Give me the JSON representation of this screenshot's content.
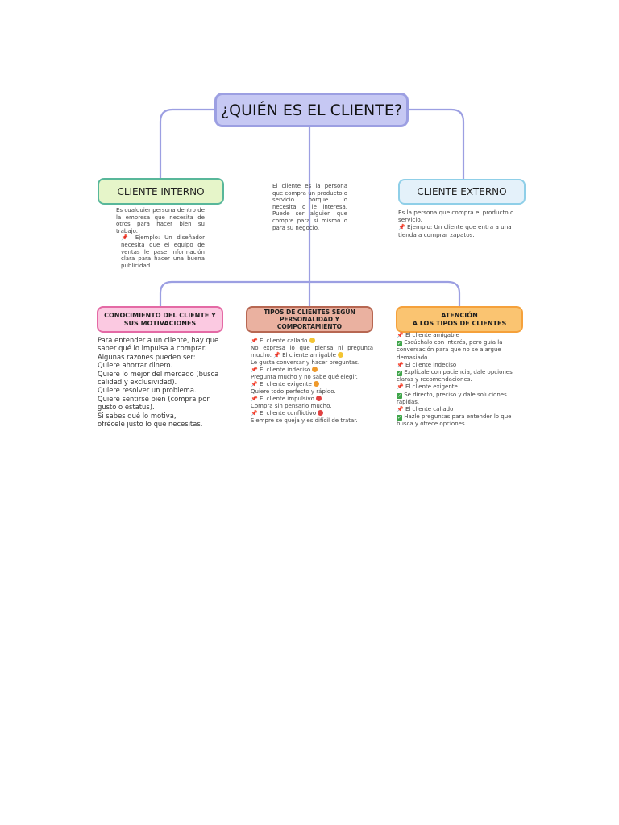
{
  "title": "¿QUIÉN ES EL CLIENTE?",
  "center_definition": "El cliente es la persona que compra un producto o servicio porque lo necesita o le interesa. Puede ser alguien que compre para sí mismo o para su negocio.",
  "interno": {
    "label": "CLIENTE INTERNO",
    "description": "Es cualquier persona dentro de la empresa que necesita de otros para hacer bien su trabajo.",
    "example": "Ejemplo: Un diseñador necesita que el equipo de ventas le pase información clara para hacer una buena publicidad."
  },
  "externo": {
    "label": "CLIENTE EXTERNO",
    "description": "Es la persona que compra el producto o servicio.",
    "example": "Ejemplo: Un cliente que entra a una tienda a comprar zapatos."
  },
  "conocimiento": {
    "label": "CONOCIMIENTO DEL CLIENTE Y SUS MOTIVACIONES",
    "lines": [
      "Para entender a un cliente, hay que",
      "saber qué lo impulsa a comprar.",
      "Algunas razones pueden ser:",
      "Quiere ahorrar dinero.",
      "Quiere lo mejor del mercado (busca",
      "calidad y exclusividad).",
      "Quiere resolver un problema.",
      "Quiere sentirse bien (compra por",
      "gusto o estatus).",
      "Si sabes qué lo motiva,",
      "ofrécele justo lo que necesitas."
    ]
  },
  "tipos": {
    "label": "TIPOS DE CLIENTES SEGÚN PERSONALIDAD Y COMPORTAMIENTO",
    "items": [
      {
        "name": "El cliente callado",
        "desc_a": "No expresa lo que piensa ni pregunta mucho."
      },
      {
        "name": "El cliente amigable",
        "desc": "Le gusta conversar y hacer preguntas."
      },
      {
        "name": "El cliente indeciso",
        "desc": "Pregunta mucho y no sabe qué elegir."
      },
      {
        "name": "El cliente exigente",
        "desc": "Quiere todo perfecto y rápido."
      },
      {
        "name": "El cliente impulsivo",
        "desc": "Compra sin pensarlo mucho."
      },
      {
        "name": "El cliente conflictivo",
        "desc": "Siempre se queja y es difícil de tratar."
      }
    ]
  },
  "atencion": {
    "label_1": "ATENCIÓN",
    "label_2": "A LOS TIPOS DE CLIENTES",
    "items": [
      {
        "name": "El cliente amigable",
        "tip": "Escúchalo con interés, pero guía la conversación para que no se alargue demasiado."
      },
      {
        "name": "El cliente indeciso",
        "tip": "Explícale con paciencia, dale opciones claras y recomendaciones."
      },
      {
        "name": "El cliente exigente",
        "tip": "Sé directo, preciso y dale soluciones rápidas."
      },
      {
        "name": "El cliente callado",
        "tip": "Hazle preguntas para entender lo que busca y ofrece opciones."
      }
    ]
  },
  "colors": {
    "connector": "#9c9fe2",
    "pin": "#e23b3b",
    "check": "#3fa54a"
  },
  "icons": [
    "pushpin-icon",
    "check-icon",
    "emoji-icon"
  ]
}
